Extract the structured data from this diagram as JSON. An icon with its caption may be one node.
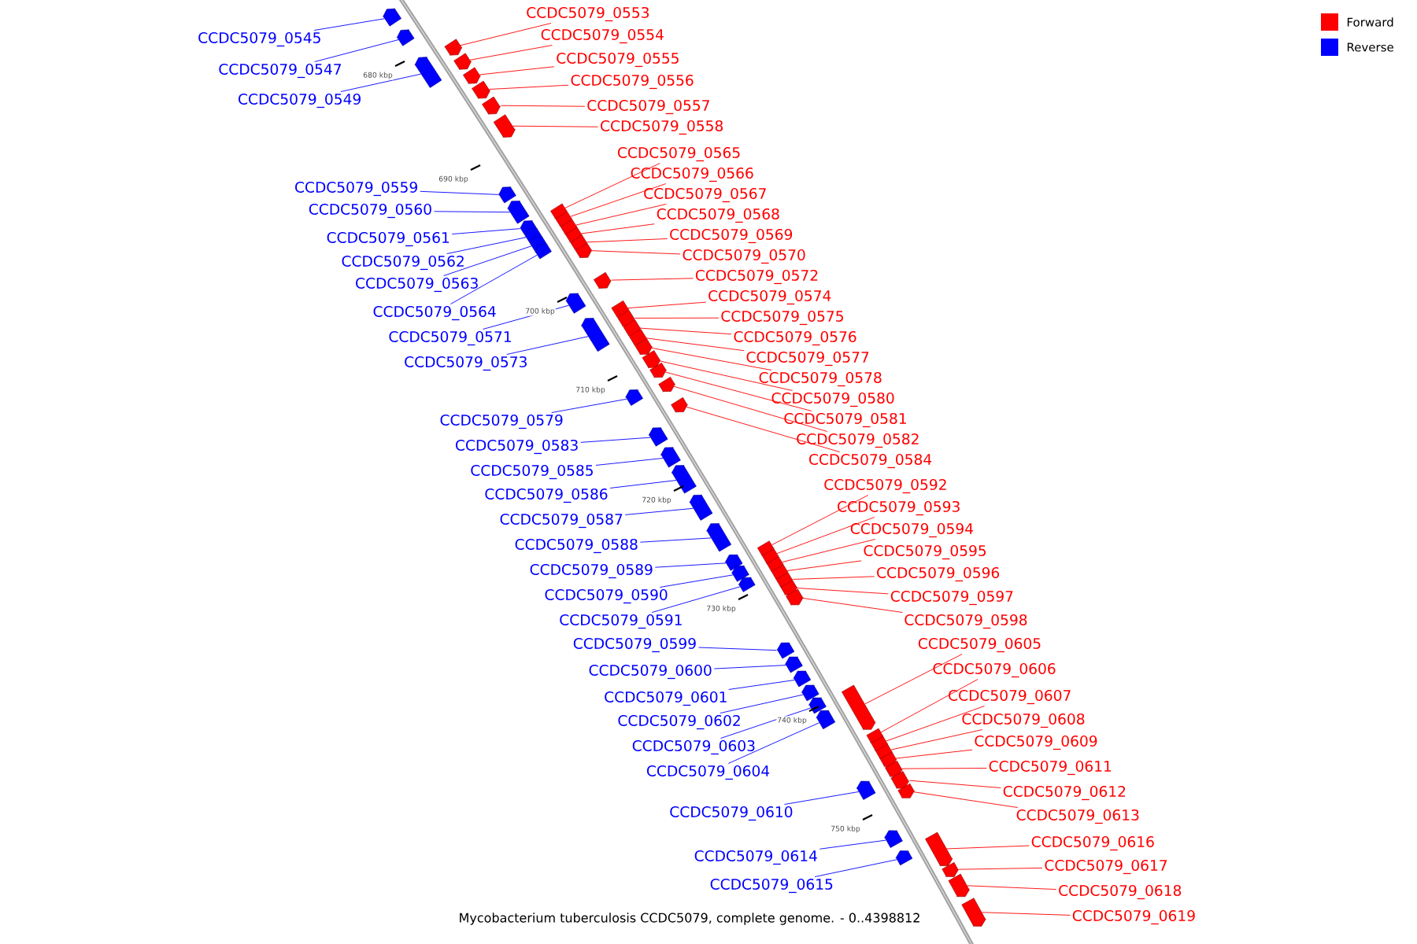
{
  "diagram": {
    "caption": "Mycobacterium tuberculosis CCDC5079, complete genome. - 0..4398812",
    "nodes": [
      {
        "text": [
          "CCDC5079_0545"
        ]
      },
      {
        "text": [],
        "shape": "arrow"
      },
      {
        "text": [
          "CCDC5079_0547"
        ]
      },
      {
        "text": [],
        "shape": "arrow"
      },
      {
        "text": [
          "CCDC5079_0549"
        ]
      },
      {
        "text": [],
        "shape": "arrow"
      },
      {
        "text": [
          "CCDC5079_0553"
        ]
      },
      {
        "text": [],
        "shape": "arrow"
      },
      {
        "text": [
          "CCDC5079_0554"
        ]
      },
      {
        "text": [],
        "shape": "arrow"
      },
      {
        "text": [
          "CCDC5079_0555"
        ]
      },
      {
        "text": [],
        "shape": "arrow"
      },
      {
        "text": [
          "CCDC5079_0556"
        ]
      },
      {
        "text": [],
        "shape": "arrow"
      },
      {
        "text": [
          "CCDC5079_0557"
        ]
      },
      {
        "text": [],
        "shape": "arrow"
      },
      {
        "text": [
          "CCDC5079_0558"
        ]
      },
      {
        "text": [],
        "shape": "arrow"
      },
      {
        "text": [
          "CCDC5079_0559"
        ]
      },
      {
        "text": [],
        "shape": "arrow"
      },
      {
        "text": [
          "CCDC5079_0560"
        ]
      },
      {
        "text": [],
        "shape": "arrow"
      },
      {
        "text": [
          "CCDC5079_0561"
        ]
      },
      {
        "text": [],
        "shape": "arrow"
      },
      {
        "text": [
          "CCDC5079_0562"
        ]
      },
      {
        "text": [],
        "shape": "arrow"
      },
      {
        "text": [
          "CCDC5079_0563"
        ]
      },
      {
        "text": [],
        "shape": "arrow"
      },
      {
        "text": [
          "CCDC5079_0564"
        ]
      },
      {
        "text": [],
        "shape": "arrow"
      },
      {
        "text": [
          "CCDC5079_0565"
        ]
      },
      {
        "text": [],
        "shape": "arrow"
      },
      {
        "text": [
          "CCDC5079_0566"
        ]
      },
      {
        "text": [],
        "shape": "arrow"
      },
      {
        "text": [
          "CCDC5079_0567"
        ]
      },
      {
        "text": [],
        "shape": "arrow"
      },
      {
        "text": [
          "CCDC5079_0568"
        ]
      },
      {
        "text": [],
        "shape": "arrow"
      },
      {
        "text": [
          "CCDC5079_0569"
        ]
      },
      {
        "text": [],
        "shape": "arrow"
      },
      {
        "text": [
          "CCDC5079_0570"
        ]
      },
      {
        "text": [],
        "shape": "arrow"
      },
      {
        "text": [
          "CCDC5079_0571"
        ]
      },
      {
        "text": [],
        "shape": "arrow"
      },
      {
        "text": [
          "CCDC5079_0572"
        ]
      },
      {
        "text": [],
        "shape": "arrow"
      },
      {
        "text": [
          "CCDC5079_0573"
        ]
      },
      {
        "text": [],
        "shape": "arrow"
      },
      {
        "text": [
          "CCDC5079_0574"
        ]
      },
      {
        "text": [],
        "shape": "arrow"
      },
      {
        "text": [
          "CCDC5079_0575"
        ]
      },
      {
        "text": [],
        "shape": "arrow"
      },
      {
        "text": [
          "CCDC5079_0576"
        ]
      },
      {
        "text": [],
        "shape": "arrow"
      },
      {
        "text": [
          "CCDC5079_0577"
        ]
      },
      {
        "text": [],
        "shape": "arrow"
      },
      {
        "text": [
          "CCDC5079_0578"
        ]
      },
      {
        "text": [],
        "shape": "arrow"
      },
      {
        "text": [
          "CCDC5079_0579"
        ]
      },
      {
        "text": [],
        "shape": "arrow"
      },
      {
        "text": [
          "CCDC5079_0580"
        ]
      },
      {
        "text": [],
        "shape": "arrow"
      },
      {
        "text": [
          "CCDC5079_0581"
        ]
      },
      {
        "text": [],
        "shape": "arrow"
      },
      {
        "text": [
          "CCDC5079_0582"
        ]
      },
      {
        "text": [],
        "shape": "arrow"
      },
      {
        "text": [
          "CCDC5079_0583"
        ]
      },
      {
        "text": [],
        "shape": "arrow"
      },
      {
        "text": [
          "CCDC5079_0584"
        ]
      },
      {
        "text": [],
        "shape": "arrow"
      },
      {
        "text": [
          "CCDC5079_0585"
        ]
      },
      {
        "text": [],
        "shape": "arrow"
      },
      {
        "text": [
          "CCDC5079_0586"
        ]
      },
      {
        "text": [],
        "shape": "arrow"
      },
      {
        "text": [
          "CCDC5079_0587"
        ]
      },
      {
        "text": [],
        "shape": "arrow"
      },
      {
        "text": [
          "CCDC5079_0588"
        ]
      },
      {
        "text": [],
        "shape": "arrow"
      },
      {
        "text": [
          "CCDC5079_0589"
        ]
      },
      {
        "text": [],
        "shape": "arrow"
      },
      {
        "text": [
          "CCDC5079_0590"
        ]
      },
      {
        "text": [],
        "shape": "arrow"
      },
      {
        "text": [
          "CCDC5079_0591"
        ]
      },
      {
        "text": [],
        "shape": "arrow"
      },
      {
        "text": [
          "CCDC5079_0592"
        ]
      },
      {
        "text": [],
        "shape": "arrow"
      },
      {
        "text": [
          "CCDC5079_0593"
        ]
      },
      {
        "text": [],
        "shape": "arrow"
      },
      {
        "text": [
          "CCDC5079_0594"
        ]
      },
      {
        "text": [],
        "shape": "arrow"
      },
      {
        "text": [
          "CCDC5079_0595"
        ]
      },
      {
        "text": [],
        "shape": "arrow"
      },
      {
        "text": [
          "CCDC5079_0596"
        ]
      },
      {
        "text": [],
        "shape": "arrow"
      },
      {
        "text": [
          "CCDC5079_0597"
        ]
      },
      {
        "text": [],
        "shape": "arrow"
      },
      {
        "text": [
          "CCDC5079_0598"
        ]
      },
      {
        "text": [],
        "shape": "arrow"
      },
      {
        "text": [
          "CCDC5079_0599"
        ]
      },
      {
        "text": [],
        "shape": "arrow"
      },
      {
        "text": [
          "CCDC5079_0600"
        ]
      },
      {
        "text": [],
        "shape": "arrow"
      },
      {
        "text": [
          "CCDC5079_0601"
        ]
      },
      {
        "text": [],
        "shape": "arrow"
      },
      {
        "text": [
          "CCDC5079_0602"
        ]
      },
      {
        "text": [],
        "shape": "arrow"
      },
      {
        "text": [
          "CCDC5079_0603"
        ]
      },
      {
        "text": [],
        "shape": "arrow"
      },
      {
        "text": [
          "CCDC5079_0604"
        ]
      },
      {
        "text": [],
        "shape": "arrow"
      },
      {
        "text": [
          "CCDC5079_0605"
        ]
      },
      {
        "text": [],
        "shape": "arrow"
      },
      {
        "text": [
          "CCDC5079_0606"
        ]
      },
      {
        "text": [],
        "shape": "arrow"
      },
      {
        "text": [
          "CCDC5079_0607"
        ]
      },
      {
        "text": [],
        "shape": "arrow"
      },
      {
        "text": [
          "CCDC5079_0608"
        ]
      },
      {
        "text": [],
        "shape": "arrow"
      },
      {
        "text": [
          "CCDC5079_0609"
        ]
      },
      {
        "text": [],
        "shape": "arrow"
      },
      {
        "text": [
          "CCDC5079_0610"
        ]
      },
      {
        "text": [],
        "shape": "arrow"
      },
      {
        "text": [
          "CCDC5079_0611"
        ]
      },
      {
        "text": [],
        "shape": "arrow"
      },
      {
        "text": [
          "CCDC5079_0612"
        ]
      },
      {
        "text": [],
        "shape": "arrow"
      },
      {
        "text": [
          "CCDC5079_0613"
        ]
      },
      {
        "text": [],
        "shape": "arrow"
      },
      {
        "text": [
          "CCDC5079_0614"
        ]
      },
      {
        "text": [],
        "shape": "arrow"
      },
      {
        "text": [
          "CCDC5079_0615"
        ]
      },
      {
        "text": [],
        "shape": "arrow"
      },
      {
        "text": [
          "CCDC5079_0616"
        ]
      },
      {
        "text": [],
        "shape": "arrow"
      },
      {
        "text": [
          "CCDC5079_0617"
        ]
      },
      {
        "text": [],
        "shape": "arrow"
      },
      {
        "text": [
          "CCDC5079_0618"
        ]
      },
      {
        "text": [],
        "shape": "arrow"
      },
      {
        "text": [
          "CCDC5079_0619"
        ]
      },
      {
        "text": [],
        "shape": "arrow"
      }
    ],
    "edges": [
      {
        "from": 0,
        "to": 1,
        "arrow": "none",
        "color": "#0000ff"
      },
      {
        "from": 2,
        "to": 3,
        "arrow": "none",
        "color": "#0000ff"
      },
      {
        "from": 4,
        "to": 5,
        "arrow": "none",
        "color": "#0000ff"
      },
      {
        "from": 6,
        "to": 7,
        "arrow": "none",
        "color": "#ff0000"
      },
      {
        "from": 8,
        "to": 9,
        "arrow": "none",
        "color": "#ff0000"
      },
      {
        "from": 10,
        "to": 11,
        "arrow": "none",
        "color": "#ff0000"
      },
      {
        "from": 12,
        "to": 13,
        "arrow": "none",
        "color": "#ff0000"
      },
      {
        "from": 14,
        "to": 15,
        "arrow": "none",
        "color": "#ff0000"
      },
      {
        "from": 16,
        "to": 17,
        "arrow": "none",
        "color": "#ff0000"
      },
      {
        "from": 18,
        "to": 19,
        "arrow": "none",
        "color": "#0000ff"
      },
      {
        "from": 20,
        "to": 21,
        "arrow": "none",
        "color": "#0000ff"
      },
      {
        "from": 22,
        "to": 23,
        "arrow": "none",
        "color": "#0000ff"
      },
      {
        "from": 24,
        "to": 25,
        "arrow": "none",
        "color": "#0000ff"
      },
      {
        "from": 26,
        "to": 27,
        "arrow": "none",
        "color": "#0000ff"
      },
      {
        "from": 28,
        "to": 29,
        "arrow": "none",
        "color": "#0000ff"
      },
      {
        "from": 30,
        "to": 31,
        "arrow": "none",
        "color": "#ff0000"
      },
      {
        "from": 32,
        "to": 33,
        "arrow": "none",
        "color": "#ff0000"
      },
      {
        "from": 34,
        "to": 35,
        "arrow": "none",
        "color": "#ff0000"
      },
      {
        "from": 36,
        "to": 37,
        "arrow": "none",
        "color": "#ff0000"
      },
      {
        "from": 38,
        "to": 39,
        "arrow": "none",
        "color": "#ff0000"
      },
      {
        "from": 40,
        "to": 41,
        "arrow": "none",
        "color": "#ff0000"
      },
      {
        "from": 42,
        "to": 43,
        "arrow": "none",
        "color": "#0000ff"
      },
      {
        "from": 44,
        "to": 45,
        "arrow": "none",
        "color": "#ff0000"
      },
      {
        "from": 46,
        "to": 47,
        "arrow": "none",
        "color": "#0000ff"
      },
      {
        "from": 48,
        "to": 49,
        "arrow": "none",
        "color": "#ff0000"
      },
      {
        "from": 50,
        "to": 51,
        "arrow": "none",
        "color": "#ff0000"
      },
      {
        "from": 52,
        "to": 53,
        "arrow": "none",
        "color": "#ff0000"
      },
      {
        "from": 54,
        "to": 55,
        "arrow": "none",
        "color": "#ff0000"
      },
      {
        "from": 56,
        "to": 57,
        "arrow": "none",
        "color": "#ff0000"
      },
      {
        "from": 58,
        "to": 59,
        "arrow": "none",
        "color": "#0000ff"
      },
      {
        "from": 60,
        "to": 61,
        "arrow": "none",
        "color": "#ff0000"
      },
      {
        "from": 62,
        "to": 63,
        "arrow": "none",
        "color": "#ff0000"
      },
      {
        "from": 64,
        "to": 65,
        "arrow": "none",
        "color": "#ff0000"
      },
      {
        "from": 66,
        "to": 67,
        "arrow": "none",
        "color": "#0000ff"
      },
      {
        "from": 68,
        "to": 69,
        "arrow": "none",
        "color": "#ff0000"
      },
      {
        "from": 70,
        "to": 71,
        "arrow": "none",
        "color": "#0000ff"
      },
      {
        "from": 72,
        "to": 73,
        "arrow": "none",
        "color": "#0000ff"
      },
      {
        "from": 74,
        "to": 75,
        "arrow": "none",
        "color": "#0000ff"
      },
      {
        "from": 76,
        "to": 77,
        "arrow": "none",
        "color": "#0000ff"
      },
      {
        "from": 78,
        "to": 79,
        "arrow": "none",
        "color": "#0000ff"
      },
      {
        "from": 80,
        "to": 81,
        "arrow": "none",
        "color": "#0000ff"
      },
      {
        "from": 82,
        "to": 83,
        "arrow": "none",
        "color": "#0000ff"
      },
      {
        "from": 84,
        "to": 85,
        "arrow": "none",
        "color": "#ff0000"
      },
      {
        "from": 86,
        "to": 87,
        "arrow": "none",
        "color": "#ff0000"
      },
      {
        "from": 88,
        "to": 89,
        "arrow": "none",
        "color": "#ff0000"
      },
      {
        "from": 90,
        "to": 91,
        "arrow": "none",
        "color": "#ff0000"
      },
      {
        "from": 92,
        "to": 93,
        "arrow": "none",
        "color": "#ff0000"
      },
      {
        "from": 94,
        "to": 95,
        "arrow": "none",
        "color": "#ff0000"
      },
      {
        "from": 96,
        "to": 97,
        "arrow": "none",
        "color": "#ff0000"
      },
      {
        "from": 98,
        "to": 99,
        "arrow": "none",
        "color": "#0000ff"
      },
      {
        "from": 100,
        "to": 101,
        "arrow": "none",
        "color": "#0000ff"
      },
      {
        "from": 102,
        "to": 103,
        "arrow": "none",
        "color": "#0000ff"
      },
      {
        "from": 104,
        "to": 105,
        "arrow": "none",
        "color": "#0000ff"
      },
      {
        "from": 106,
        "to": 107,
        "arrow": "none",
        "color": "#0000ff"
      },
      {
        "from": 108,
        "to": 109,
        "arrow": "none",
        "color": "#0000ff"
      },
      {
        "from": 110,
        "to": 111,
        "arrow": "none",
        "color": "#ff0000"
      },
      {
        "from": 112,
        "to": 113,
        "arrow": "none",
        "color": "#ff0000"
      },
      {
        "from": 114,
        "to": 115,
        "arrow": "none",
        "color": "#ff0000"
      },
      {
        "from": 116,
        "to": 117,
        "arrow": "none",
        "color": "#ff0000"
      },
      {
        "from": 118,
        "to": 119,
        "arrow": "none",
        "color": "#ff0000"
      },
      {
        "from": 120,
        "to": 121,
        "arrow": "none",
        "color": "#0000ff"
      },
      {
        "from": 122,
        "to": 123,
        "arrow": "none",
        "color": "#ff0000"
      },
      {
        "from": 124,
        "to": 125,
        "arrow": "none",
        "color": "#ff0000"
      },
      {
        "from": 126,
        "to": 127,
        "arrow": "none",
        "color": "#ff0000"
      },
      {
        "from": 128,
        "to": 129,
        "arrow": "none",
        "color": "#0000ff"
      },
      {
        "from": 130,
        "to": 131,
        "arrow": "none",
        "color": "#0000ff"
      },
      {
        "from": 132,
        "to": 133,
        "arrow": "none",
        "color": "#ff0000"
      },
      {
        "from": 134,
        "to": 135,
        "arrow": "none",
        "color": "#ff0000"
      },
      {
        "from": 136,
        "to": 137,
        "arrow": "none",
        "color": "#ff0000"
      },
      {
        "from": 138,
        "to": 139,
        "arrow": "none",
        "color": "#ff0000"
      }
    ],
    "labels": [
      "680 kbp",
      "690 kbp",
      "700 kbp",
      "710 kbp",
      "720 kbp",
      "730 kbp",
      "740 kbp",
      "750 kbp"
    ],
    "legend": [
      {
        "text": "Forward",
        "color": "#ff0000"
      },
      {
        "text": "Reverse",
        "color": "#0000ff"
      }
    ]
  }
}
